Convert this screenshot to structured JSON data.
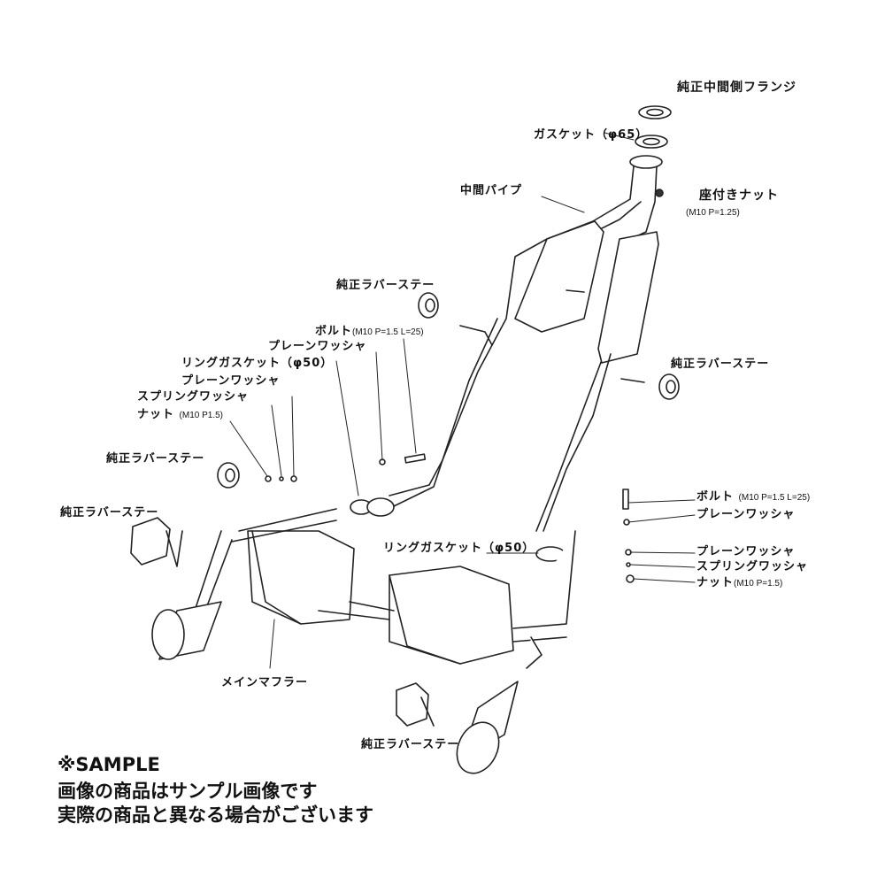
{
  "labels": {
    "flange": "純正中間側フランジ",
    "gasket65": "ガスケット（φ65）",
    "mid_pipe": "中間パイプ",
    "seat_nut": "座付きナット",
    "seat_nut_spec": "(M10 P=1.25)",
    "rubber_stay_top": "純正ラバーステー",
    "bolt_left": "ボルト",
    "bolt_left_spec": "(M10 P=1.5 L=25)",
    "plain_washer_left1": "プレーンワッシャ",
    "ring_gasket_left": "リングガスケット（φ50）",
    "plain_washer_left2": "プレーンワッシャ",
    "spring_washer_left": "スプリングワッシャ",
    "nut_left": "ナット",
    "nut_left_spec": "(M10 P1.5)",
    "rubber_stay_right": "純正ラバーステー",
    "rubber_stay_left1": "純正ラバーステー",
    "rubber_stay_left2": "純正ラバーステー",
    "bolt_right": "ボルト",
    "bolt_right_spec": "(M10 P=1.5 L=25)",
    "plain_washer_right1": "プレーンワッシャ",
    "plain_washer_right2": "プレーンワッシャ",
    "spring_washer_right": "スプリングワッシャ",
    "nut_right": "ナット",
    "nut_right_spec": "(M10 P=1.5)",
    "ring_gasket_right": "リングガスケット（φ50）",
    "main_muffler": "メインマフラー",
    "rubber_stay_bottom": "純正ラバーステー"
  },
  "notes": {
    "sample": "※SAMPLE",
    "line1": "画像の商品はサンプル画像です",
    "line2": "実際の商品と異なる場合がございます"
  }
}
